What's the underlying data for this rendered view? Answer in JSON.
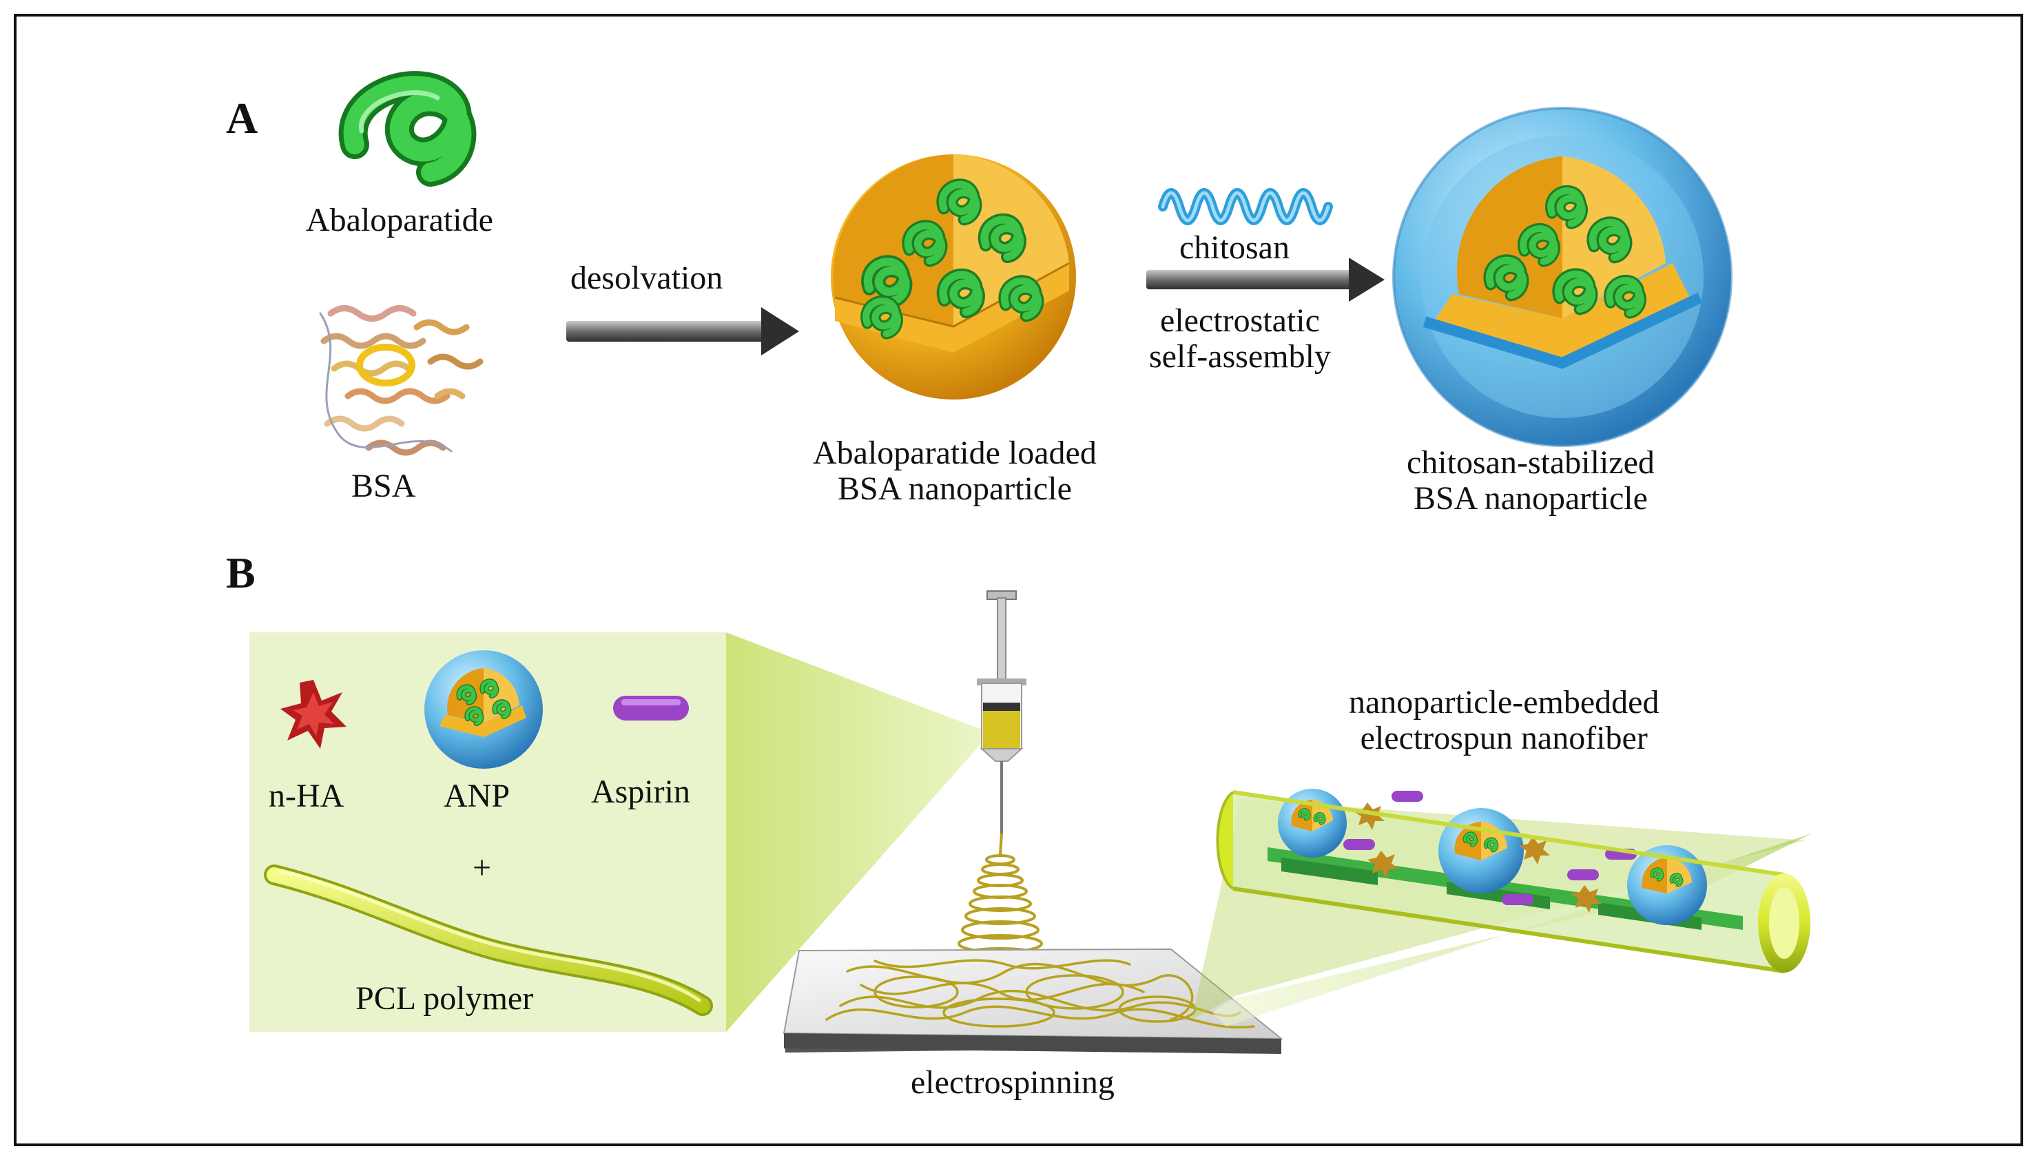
{
  "panel_a": {
    "letter": "A",
    "abaloparatide_label": "Abaloparatide",
    "bsa_label": "BSA",
    "desolvation_label": "desolvation",
    "chitosan_label": "chitosan",
    "electrostatic_label": [
      "electrostatic",
      "self-assembly"
    ],
    "loaded_np_label": [
      "Abaloparatide loaded",
      "BSA nanoparticle"
    ],
    "stabilized_np_label": [
      "chitosan-stabilized",
      "BSA nanoparticle"
    ]
  },
  "panel_b": {
    "letter": "B",
    "nha_label": "n-HA",
    "anp_label": "ANP",
    "aspirin_label": "Aspirin",
    "plus_label": "+",
    "pcl_label": "PCL polymer",
    "electrospinning_label": "electrospinning",
    "nanofiber_label": [
      "nanoparticle-embedded",
      "electrospun nanofiber"
    ]
  },
  "colors": {
    "peptide_green": "#2fa83a",
    "bsa_gold": "#f2b21c",
    "chitosan_blue": "#3aa3dc",
    "aspirin_purple": "#9a44c8",
    "nha_red": "#c8242a",
    "pcl_yellow": "#dcea2a",
    "panel_green": "#e8f3c8"
  }
}
